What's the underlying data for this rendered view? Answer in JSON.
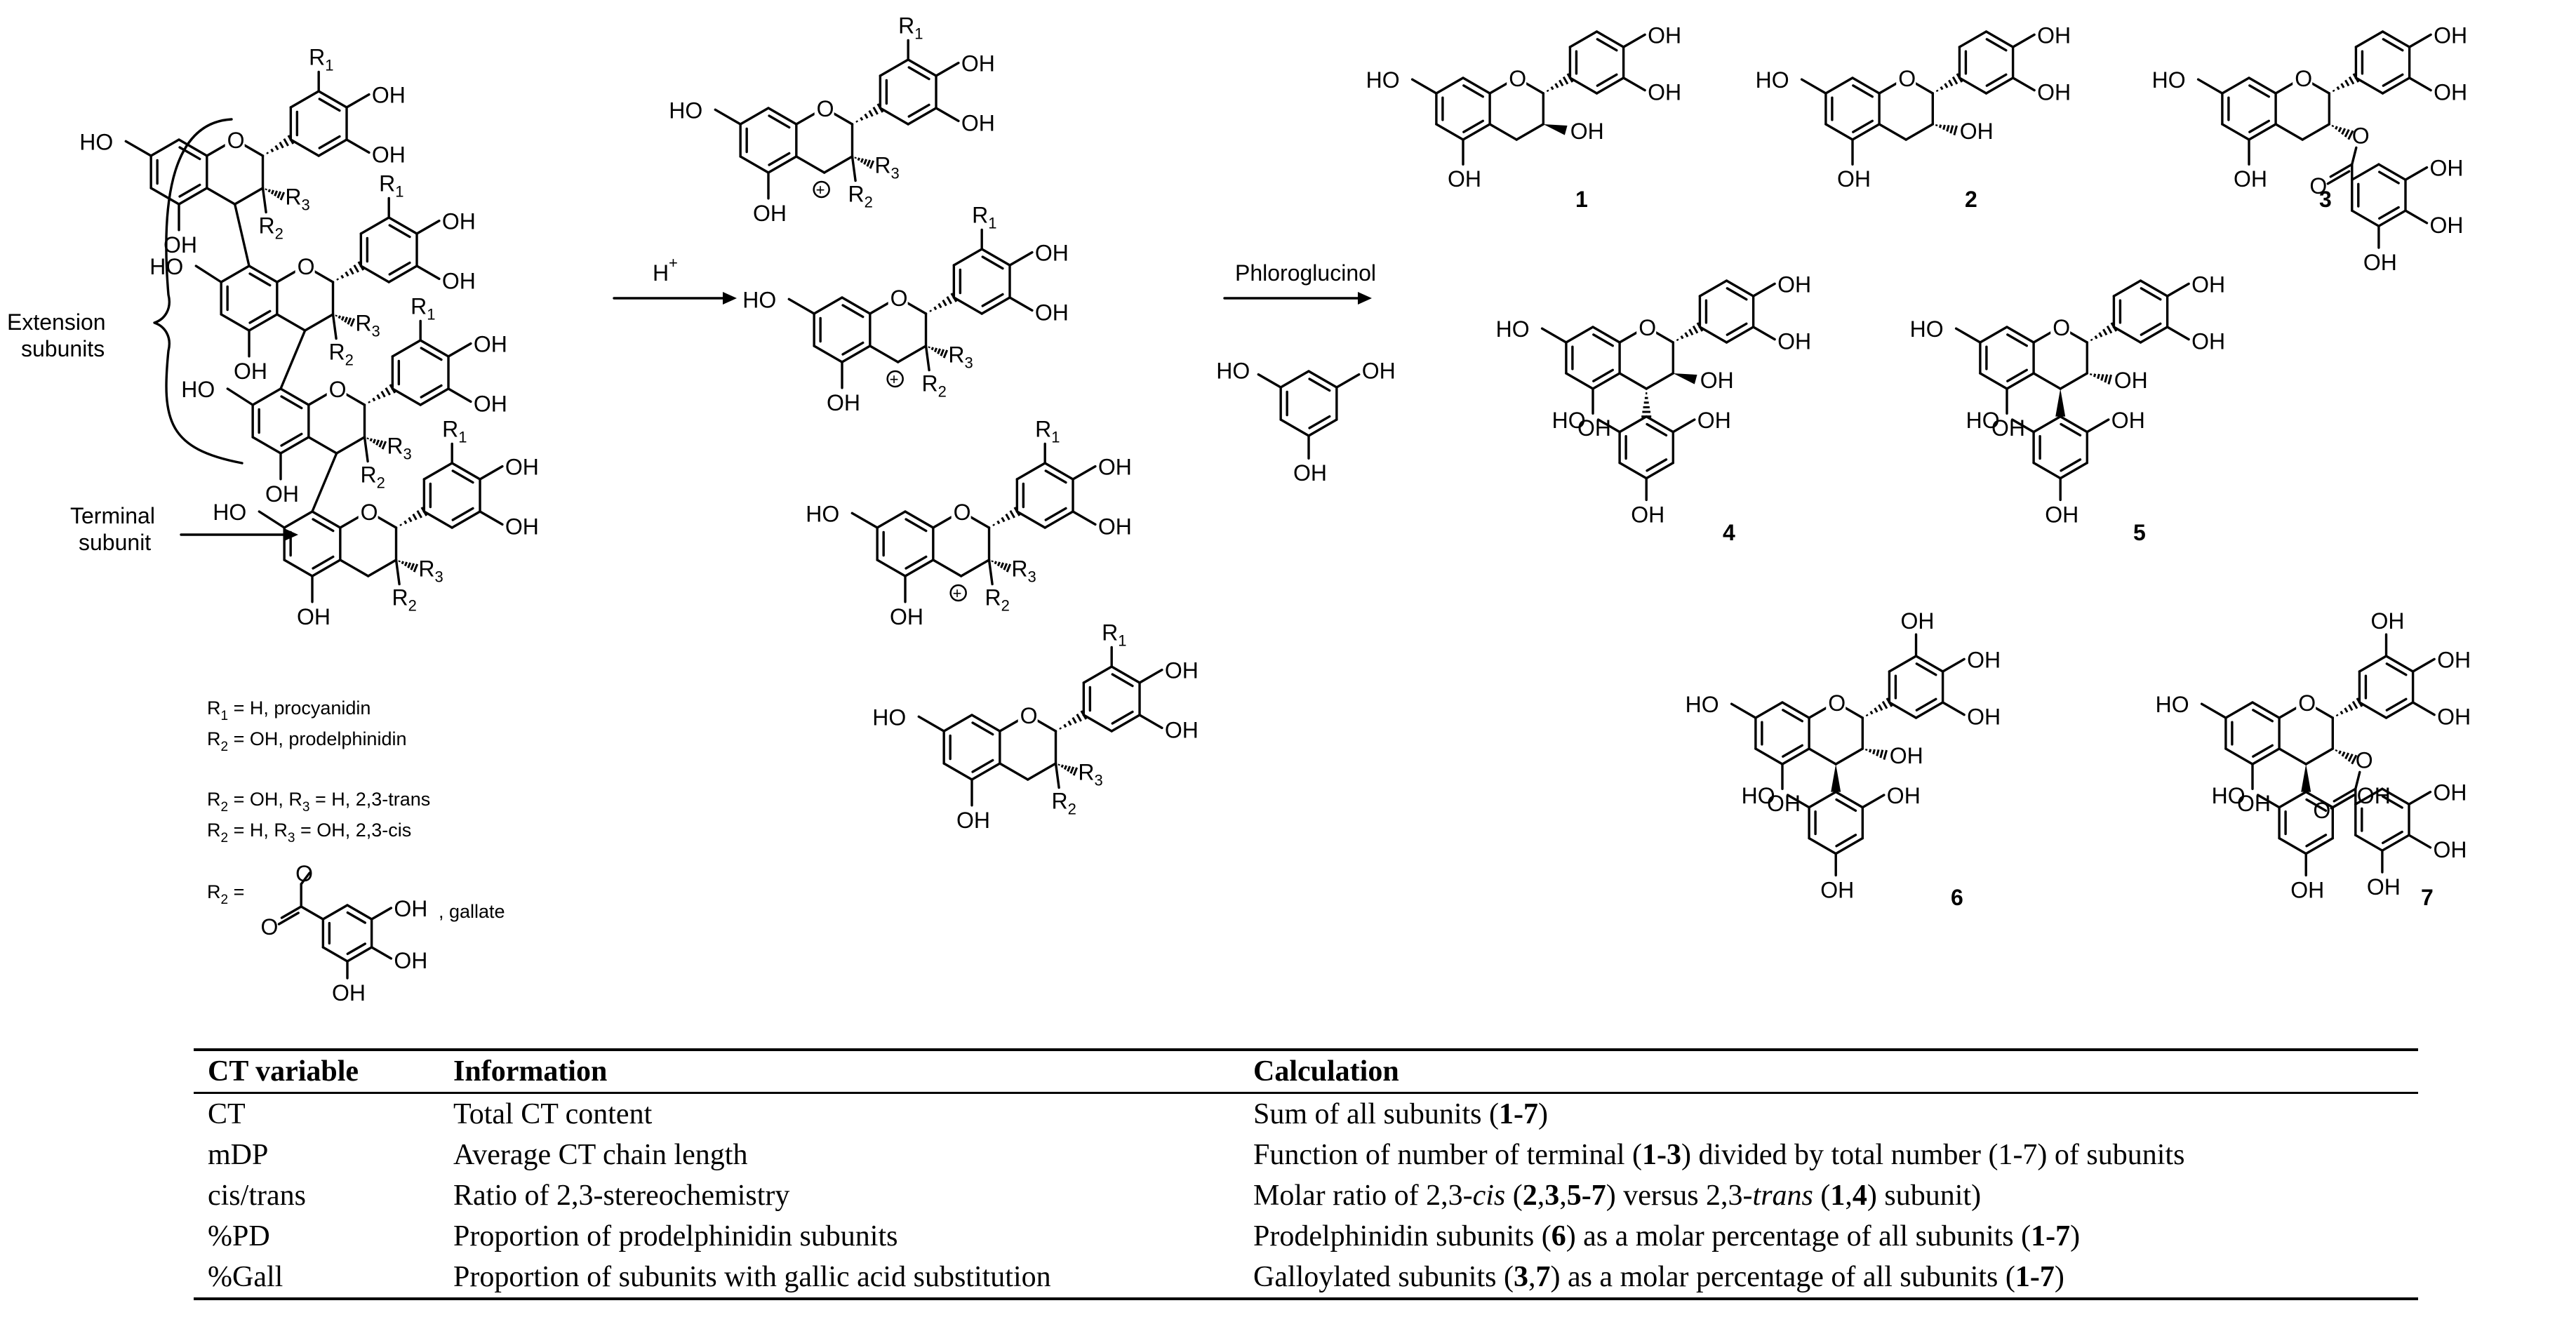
{
  "scheme": {
    "reagent_acid": "H",
    "reagent_acid_charge": "+",
    "reagent_nucleophile": "Phloroglucinol",
    "extension_label_line1": "Extension",
    "extension_label_line2": "subunits",
    "terminal_label_line1": "Terminal",
    "terminal_label_line2": "subunit",
    "atom_O": "O",
    "atom_OH": "OH",
    "atom_HO": "HO",
    "atom_R": "R",
    "cation": "+",
    "compound_numbers": [
      "1",
      "2",
      "3",
      "4",
      "5",
      "6",
      "7"
    ]
  },
  "legend": {
    "r1_prefix": "R",
    "r1_sub": "1",
    "r1_text": " = H, procyanidin",
    "r2_sub": "2",
    "r2_text": " = OH, prodelphinidin",
    "trans_a": " = OH, R",
    "trans_sub": "3",
    "trans_b": " = H, 2,3-trans",
    "cis_a": " = H, R",
    "cis_b": " = OH, 2,3-cis",
    "gallate_eq": " =",
    "gallate_text": ", gallate"
  },
  "table": {
    "headers": [
      "CT variable",
      "Information",
      "Calculation"
    ],
    "rows": [
      {
        "variable": "CT",
        "information": "Total CT content",
        "calc": [
          {
            "t": "Sum of all subunits ("
          },
          {
            "t": "1-7",
            "b": true
          },
          {
            "t": ")"
          }
        ]
      },
      {
        "variable": "mDP",
        "information": "Average CT chain length",
        "calc": [
          {
            "t": "Function of number of terminal ("
          },
          {
            "t": "1-3",
            "b": true
          },
          {
            "t": ") divided by total number (1-7) of subunits"
          }
        ]
      },
      {
        "variable": "cis/trans",
        "information": "Ratio of 2,3-stereochemistry",
        "calc": [
          {
            "t": "Molar ratio of 2,3-"
          },
          {
            "t": "cis",
            "i": true
          },
          {
            "t": " ("
          },
          {
            "t": "2",
            "b": true
          },
          {
            "t": ","
          },
          {
            "t": "3",
            "b": true
          },
          {
            "t": ","
          },
          {
            "t": "5-7",
            "b": true
          },
          {
            "t": ") versus 2,3-"
          },
          {
            "t": "trans",
            "i": true
          },
          {
            "t": " ("
          },
          {
            "t": "1",
            "b": true
          },
          {
            "t": ","
          },
          {
            "t": "4",
            "b": true
          },
          {
            "t": ") subunit)"
          }
        ]
      },
      {
        "variable": "%PD",
        "information": "Proportion of prodelphinidin subunits",
        "calc": [
          {
            "t": "Prodelphinidin subunits ("
          },
          {
            "t": "6",
            "b": true
          },
          {
            "t": ") as a molar percentage of all subunits ("
          },
          {
            "t": "1-7",
            "b": true
          },
          {
            "t": ")"
          }
        ]
      },
      {
        "variable": "%Gall",
        "information": "Proportion of subunits with gallic acid substitution",
        "calc": [
          {
            "t": "Galloylated subunits ("
          },
          {
            "t": "3",
            "b": true
          },
          {
            "t": ","
          },
          {
            "t": "7",
            "b": true
          },
          {
            "t": ") as a molar percentage of all subunits ("
          },
          {
            "t": "1-7",
            "b": true
          },
          {
            "t": ")"
          }
        ]
      }
    ]
  }
}
